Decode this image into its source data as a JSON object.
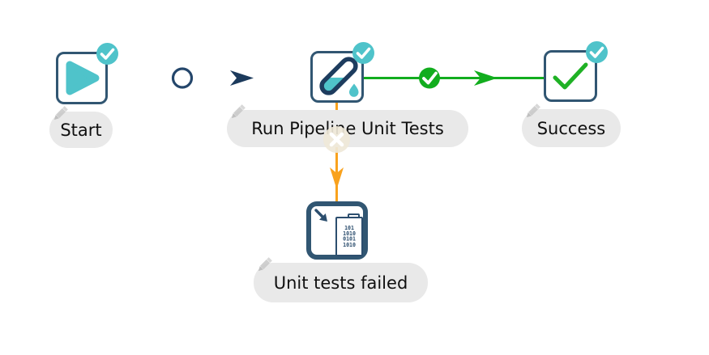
{
  "canvas": {
    "type": "workflow-editor-canvas",
    "background": "#ffffff"
  },
  "colors": {
    "teal_accent": "#4fc3ca",
    "node_border": "#315672",
    "hop_neutral_navy": "#1c3a5c",
    "hop_success_green": "#12ad1e",
    "hop_failure_orange": "#f9a21d",
    "label_pill_bg": "#e9e9e9",
    "label_text": "#101010"
  },
  "nodes": {
    "start": {
      "label": "Start",
      "icon": "play-icon",
      "badge": "check-badge"
    },
    "run_tests": {
      "label": "Run Pipeline Unit Tests",
      "icon": "test-tube-icon",
      "badge": "check-badge"
    },
    "success": {
      "label": "Success",
      "icon": "green-check-icon",
      "badge": "check-badge"
    },
    "unit_tests_failed": {
      "label": "Unit tests failed",
      "icon": "binary-file-arrow-icon"
    }
  },
  "edges": [
    {
      "from": "Start",
      "to": "Run Pipeline Unit Tests",
      "condition": "unconditional",
      "midpoint_marker": "circle"
    },
    {
      "from": "Run Pipeline Unit Tests",
      "to": "Success",
      "condition": "on-success",
      "midpoint_marker": "green-check"
    },
    {
      "from": "Run Pipeline Unit Tests",
      "to": "Unit tests failed",
      "condition": "on-failure",
      "midpoint_marker": "x"
    }
  ],
  "icons": {
    "binary_rows": [
      "101",
      "1010",
      "0101",
      "1010"
    ]
  }
}
